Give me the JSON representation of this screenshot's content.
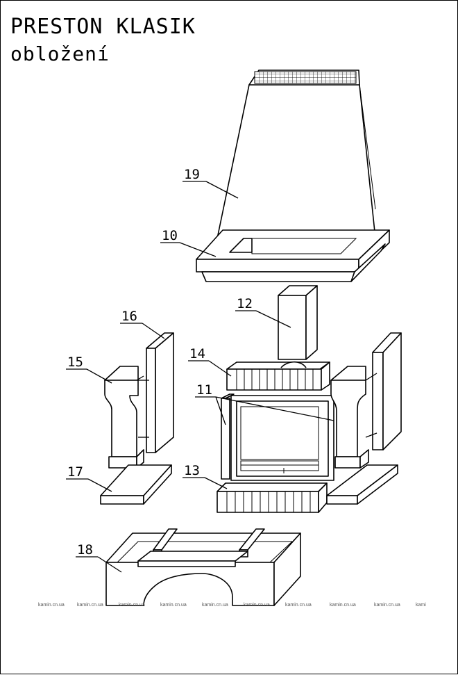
{
  "title": "PRESTON KLASIK",
  "subtitle": "obložení",
  "parts": [
    {
      "id": "19",
      "label": "19"
    },
    {
      "id": "10",
      "label": "10"
    },
    {
      "id": "12",
      "label": "12"
    },
    {
      "id": "16",
      "label": "16"
    },
    {
      "id": "15",
      "label": "15"
    },
    {
      "id": "14",
      "label": "14"
    },
    {
      "id": "11",
      "label": "11"
    },
    {
      "id": "17",
      "label": "17"
    },
    {
      "id": "13",
      "label": "13"
    },
    {
      "id": "18",
      "label": "18"
    }
  ],
  "watermarks": [
    "kamin.cn.ua",
    "kamin.cn.ua",
    "kamin.cn.ua",
    "kamin.cn.ua",
    "kamin.cn.ua",
    "kamin.cn.ua",
    "kamin.cn.ua",
    "kamin.cn.ua",
    "kamin.cn.ua",
    "kami"
  ]
}
